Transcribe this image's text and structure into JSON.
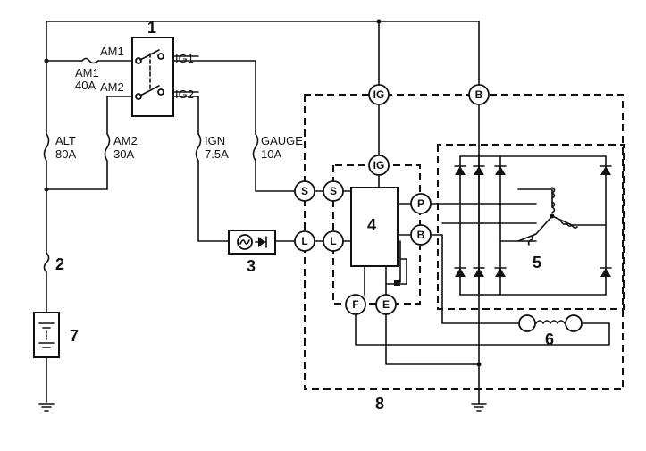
{
  "switch": {
    "number": "1",
    "am1": "AM1",
    "am2": "AM2",
    "ig1": "IG1",
    "ig2": "IG2"
  },
  "fuses": {
    "am1_name": "AM1",
    "am1_rating": "40A",
    "alt_name": "ALT",
    "alt_rating": "80A",
    "am2_name": "AM2",
    "am2_rating": "30A",
    "ign_name": "IGN",
    "ign_rating": "7.5A",
    "gauge_name": "GAUGE",
    "gauge_rating": "10A"
  },
  "callouts": {
    "fusible_link": "2",
    "charge_lamp": "3",
    "regulator": "4",
    "rectifier": "5",
    "field_coil": "6",
    "battery": "7",
    "alternator": "8"
  },
  "terminals": {
    "ig": "IG",
    "b": "B",
    "s": "S",
    "l": "L",
    "p": "P",
    "f": "F",
    "e": "E"
  }
}
